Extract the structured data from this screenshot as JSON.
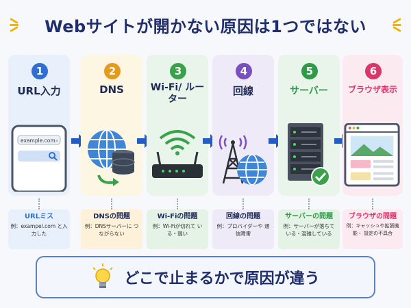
{
  "title": "Webサイトが開かない原因は1つではない",
  "colors": {
    "title": "#1f2d6b",
    "accent_blue": "#2f6fd1",
    "arrow": "#1f5ec8"
  },
  "steps": [
    {
      "number": "1",
      "heading": "URL入力",
      "icon": "smartphone-search-icon",
      "url_text": "example.com",
      "problem_title": "URLミス",
      "problem_desc": "例：exampel.com と入力した",
      "color": "#2f6fd1"
    },
    {
      "number": "2",
      "heading": "DNS",
      "icon": "globe-database-icon",
      "problem_title": "DNSの問題",
      "problem_desc": "例：DNSサーバーに つながらない",
      "color": "#e69a1b"
    },
    {
      "number": "3",
      "heading": "Wi-Fi/ ルーター",
      "icon": "wifi-router-icon",
      "problem_title": "Wi-Fiの問題",
      "problem_desc": "例：Wi-Fiが切れて いる・弱い",
      "color": "#3aa24a"
    },
    {
      "number": "4",
      "heading": "回線",
      "icon": "antenna-globe-icon",
      "problem_title": "回線の問題",
      "problem_desc": "例：プロバイダーや 通信障害",
      "color": "#7a4fc0"
    },
    {
      "number": "5",
      "heading": "サーバー",
      "icon": "server-check-icon",
      "problem_title": "サーバーの問題",
      "problem_desc": "例：サーバーが落ちて いる・混雑している",
      "color": "#2f9a4a"
    },
    {
      "number": "6",
      "heading": "ブラウザ表示",
      "icon": "browser-window-icon",
      "problem_title": "ブラウザの問題",
      "problem_desc": "例：キャッシュや拡張機能・ 設定の不具合",
      "color": "#d9366b"
    }
  ],
  "bottom_message": "どこで止まるかで原因が違う",
  "bottom_icon": "lightbulb-icon"
}
